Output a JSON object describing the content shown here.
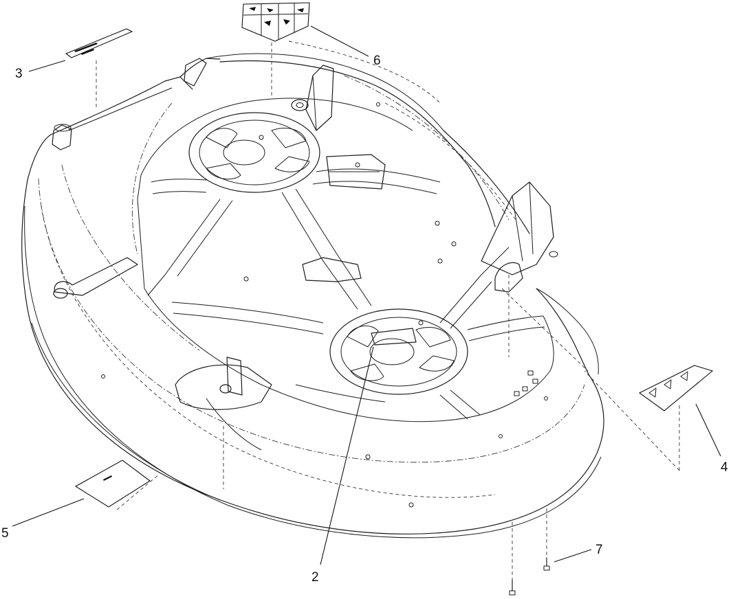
{
  "callouts": [
    {
      "id": "callout-2",
      "label": "2"
    },
    {
      "id": "callout-3",
      "label": "3"
    },
    {
      "id": "callout-4",
      "label": "4"
    },
    {
      "id": "callout-5",
      "label": "5"
    },
    {
      "id": "callout-6",
      "label": "6"
    },
    {
      "id": "callout-7",
      "label": "7"
    }
  ]
}
